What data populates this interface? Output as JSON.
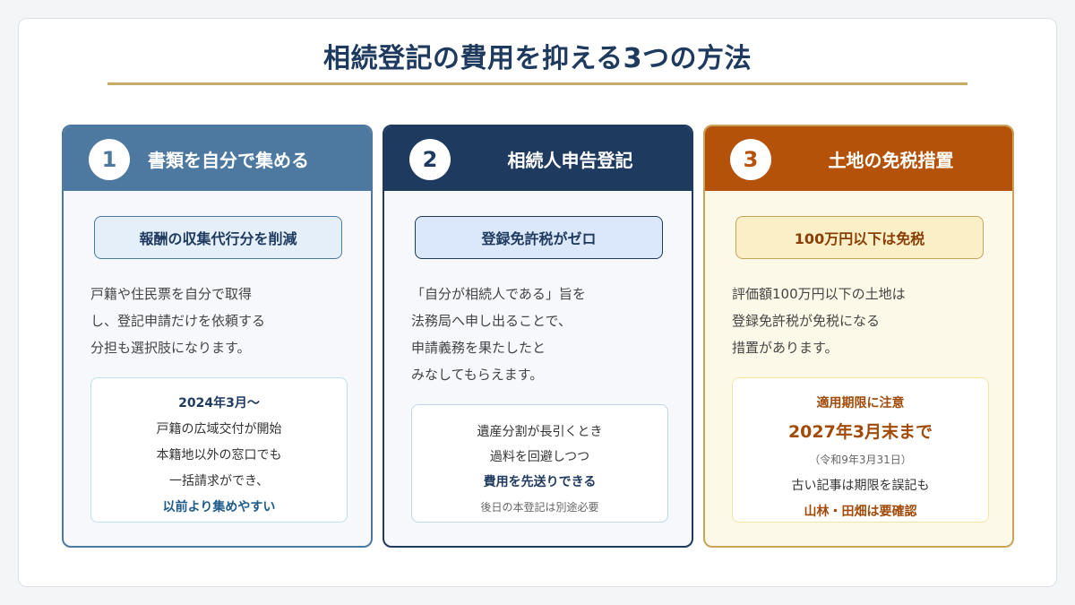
{
  "title": "相続登記の費用を抑える3つの方法",
  "colors": {
    "navy": "#1e3a5f",
    "steel_blue": "#4d79a0",
    "rust": "#b5520a",
    "gold": "#c9a86a"
  },
  "cards": [
    {
      "number": "1",
      "heading": "書類を自分で集める",
      "highlight": "報酬の収集代行分を削減",
      "description": [
        "戸籍や住民票を自分で取得",
        "し、登記申請だけを依頼する",
        "分担も選択肢になります。"
      ],
      "note": {
        "date": "2024年3月〜",
        "lines": [
          "戸籍の広域交付が開始",
          "本籍地以外の窓口でも",
          "一括請求ができ、"
        ],
        "emphasis": "以前より集めやすい"
      }
    },
    {
      "number": "2",
      "heading": "相続人申告登記",
      "highlight": "登録免許税がゼロ",
      "description": [
        "「自分が相続人である」旨を",
        "法務局へ申し出ることで、",
        "申請義務を果たしたと",
        "みなしてもらえます。"
      ],
      "note": {
        "lines": [
          "遺産分割が長引くとき",
          "過料を回避しつつ"
        ],
        "emphasis": "費用を先送りできる",
        "footnote": "後日の本登記は別途必要"
      }
    },
    {
      "number": "3",
      "heading": "土地の免税措置",
      "highlight": "100万円以下は免税",
      "description": [
        "評価額100万円以下の土地は",
        "登録免許税が免税になる",
        "措置があります。"
      ],
      "note": {
        "label": "適用期限に注意",
        "deadline": "2027年3月末まで",
        "era": "（令和9年3月31日）",
        "line": "古い記事は期限を誤記も",
        "emphasis": "山林・田畑は要確認"
      }
    }
  ]
}
